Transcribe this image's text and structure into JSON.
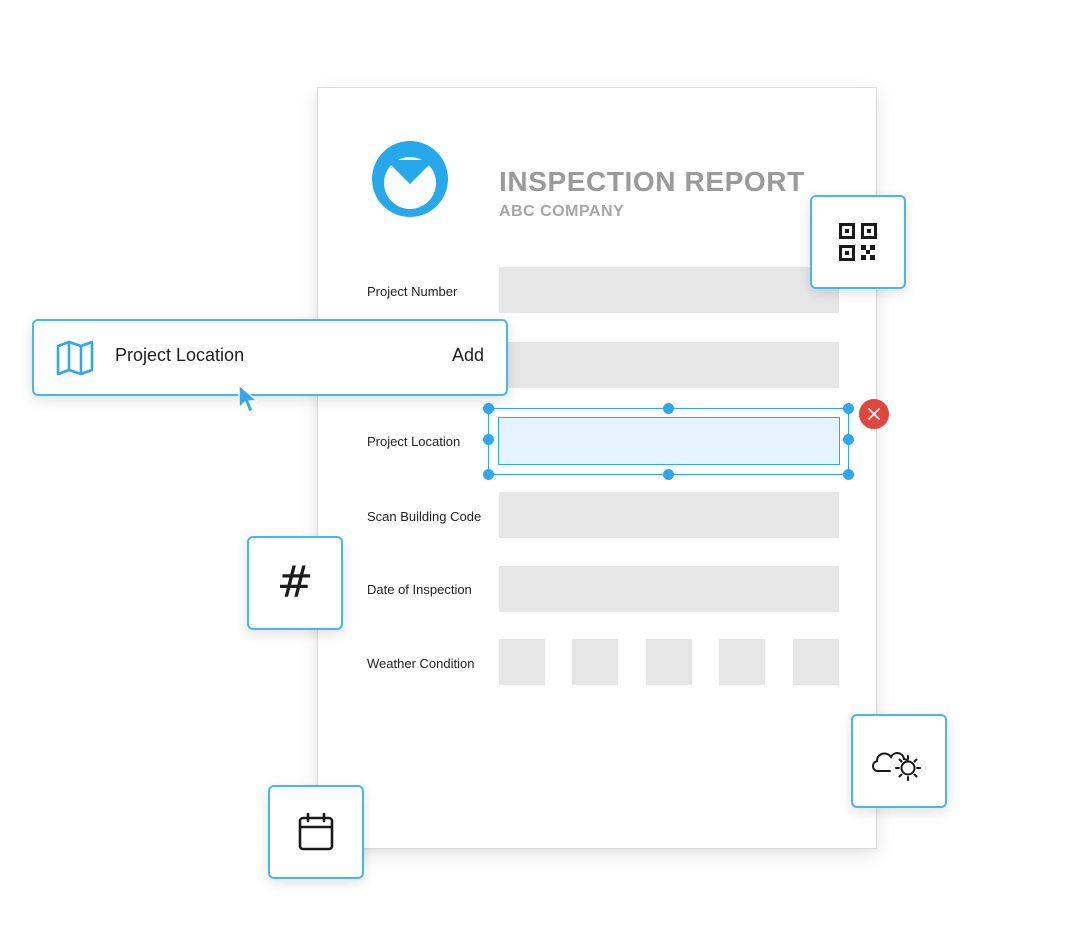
{
  "report": {
    "title": "INSPECTION REPORT",
    "company": "ABC COMPANY",
    "fields": [
      {
        "label": "Project Number"
      },
      {
        "label": ""
      },
      {
        "label": "Project Location"
      },
      {
        "label": "Scan Building Code"
      },
      {
        "label": "Date of Inspection"
      },
      {
        "label": "Weather Condition"
      }
    ]
  },
  "location_card": {
    "icon": "map-icon",
    "label": "Project Location",
    "action": "Add"
  },
  "tool_icons": [
    "qr-code-icon",
    "hash-icon",
    "calendar-icon",
    "weather-icon"
  ],
  "hash_glyph": "#",
  "colors": {
    "accent": "#2fa8ee",
    "card_border": "#48b6ef",
    "field": "#e6e6e6",
    "selected_field": "#e4f3fd",
    "delete": "#e0463f",
    "title": "#9a9a9a"
  }
}
